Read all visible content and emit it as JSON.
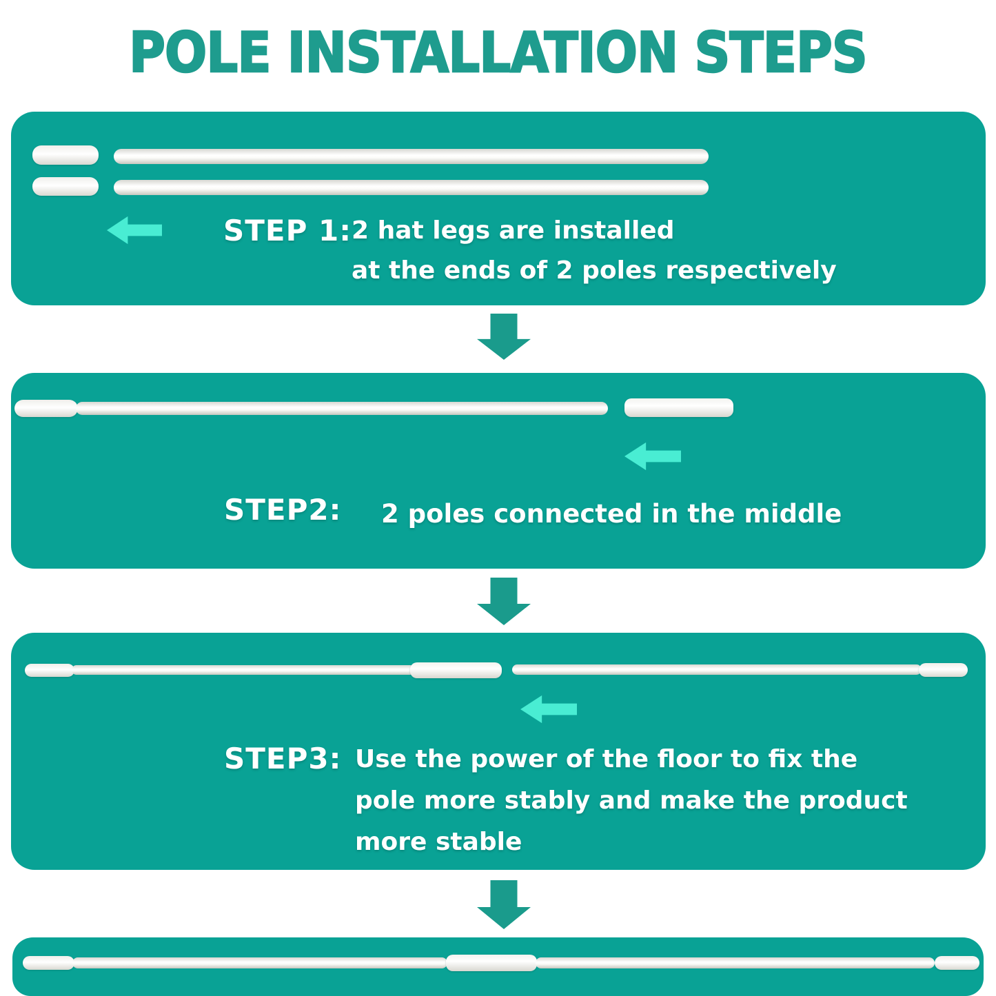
{
  "title": "POLE INSTALLATION STEPS",
  "colors": {
    "background": "#ffffff",
    "panel_teal": "#09a295",
    "title_teal": "#1e9c8e",
    "flow_arrow_teal": "#1a9b8c",
    "accent_arrow_aqua": "#49edd3",
    "pole_white": "#ffffff",
    "step_text_white": "#ffffff"
  },
  "steps": [
    {
      "label": "STEP 1:",
      "lines": [
        "2 hat legs are installed",
        "at the ends of 2 poles respectively"
      ]
    },
    {
      "label": "STEP2:",
      "lines": [
        "2 poles connected in the middle"
      ]
    },
    {
      "label": "STEP3:",
      "lines": [
        "Use the power of the floor to fix the",
        "pole more stably and make the product",
        "more stable"
      ]
    }
  ]
}
